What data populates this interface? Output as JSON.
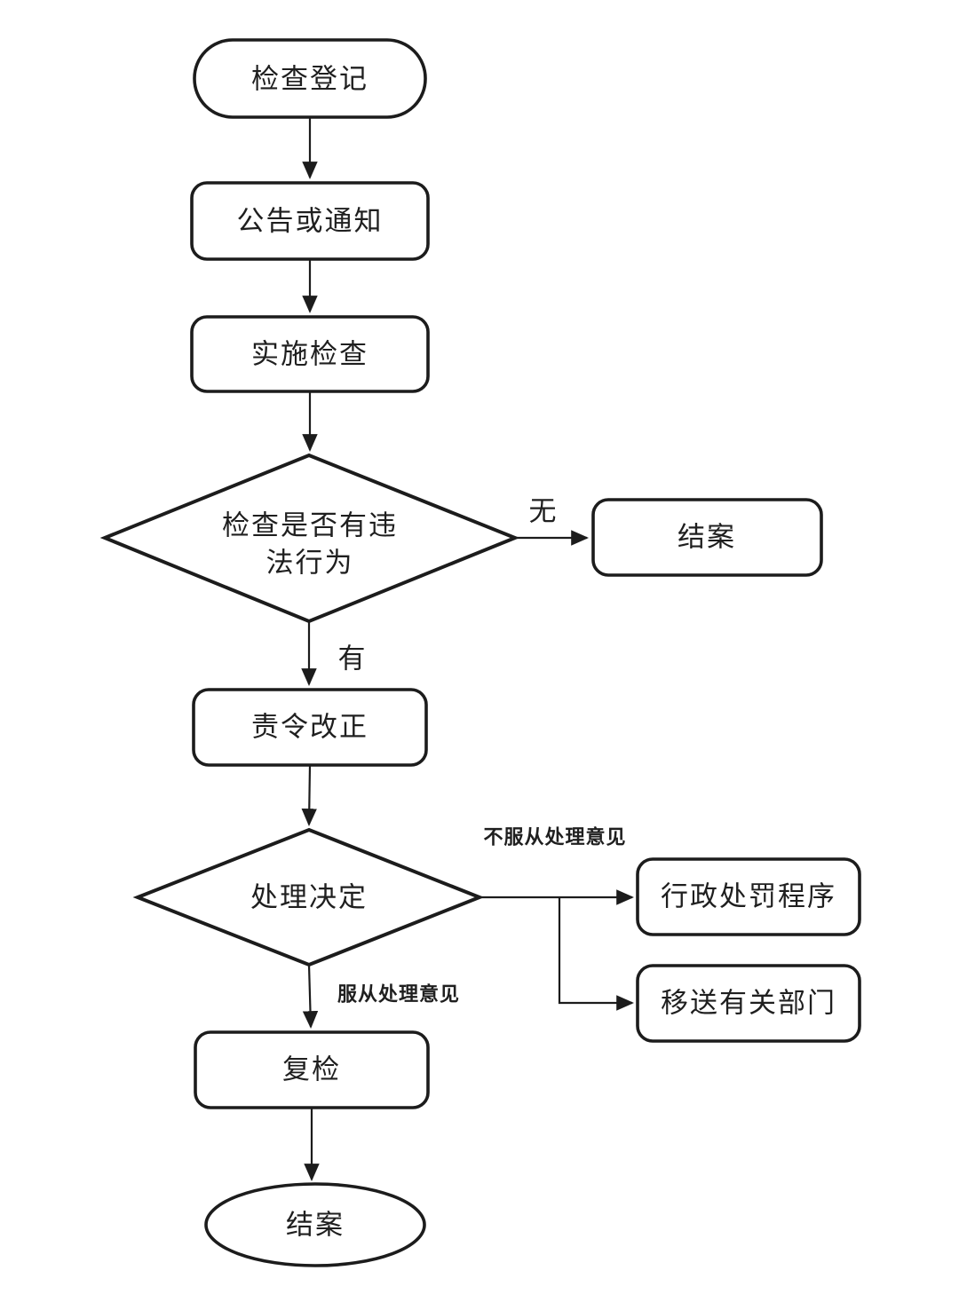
{
  "diagram": {
    "type": "flowchart",
    "background": "#ffffff",
    "line_color": "#1c1c1c",
    "text_color": "#1f1f1f",
    "nodes": {
      "start": {
        "shape": "stadium",
        "label": "检查登记"
      },
      "announce": {
        "shape": "rounded-rect",
        "label": "公告或通知"
      },
      "inspect": {
        "shape": "rounded-rect",
        "label": "实施检查"
      },
      "decision_violation": {
        "shape": "diamond",
        "label": "检查是否有违法行为",
        "lines": [
          "检查是否有违",
          "法行为"
        ]
      },
      "close_case_no": {
        "shape": "rounded-rect",
        "label": "结案"
      },
      "order_correct": {
        "shape": "rounded-rect",
        "label": "责令改正"
      },
      "decision_handle": {
        "shape": "diamond",
        "label": "处理决定"
      },
      "admin_penalty": {
        "shape": "rounded-rect",
        "label": "行政处罚程序"
      },
      "transfer_dept": {
        "shape": "rounded-rect",
        "label": "移送有关部门"
      },
      "recheck": {
        "shape": "rounded-rect",
        "label": "复检"
      },
      "end_close_case": {
        "shape": "ellipse",
        "label": "结案"
      }
    },
    "edge_labels": {
      "no": "无",
      "yes": "有",
      "disobey": "不服从处理意见",
      "obey": "服从处理意见"
    }
  }
}
